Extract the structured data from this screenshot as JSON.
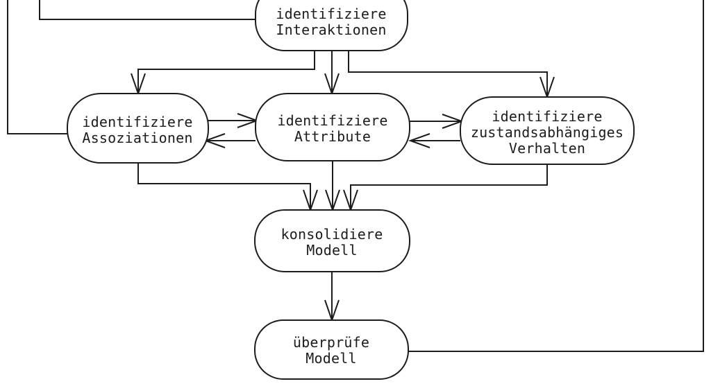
{
  "diagram": {
    "type": "process-flow-diagram",
    "language": "de",
    "colors": {
      "line": "#1c1c1c",
      "background": "#ffffff"
    },
    "nodes": {
      "interaktionen": {
        "lines": [
          "identifiziere",
          "Interaktionen"
        ]
      },
      "assoziationen": {
        "lines": [
          "identifiziere",
          "Assoziationen"
        ]
      },
      "attribute": {
        "lines": [
          "identifiziere",
          "Attribute"
        ]
      },
      "verhalten": {
        "lines": [
          "identifiziere",
          "zustandsabhängiges",
          "Verhalten"
        ]
      },
      "konsolidiere": {
        "lines": [
          "konsolidiere",
          "Modell"
        ]
      },
      "ueberpruefe": {
        "lines": [
          "überprüfe",
          "Modell"
        ]
      }
    },
    "edges": [
      {
        "from": "offscreen-top-left-outer",
        "to": "identifiziere Assoziationen",
        "arrowhead": false
      },
      {
        "from": "offscreen-top-left-inner",
        "to": "identifiziere Interaktionen",
        "arrowhead": false
      },
      {
        "from": "identifiziere Interaktionen",
        "to": "identifiziere Assoziationen",
        "arrowhead": true
      },
      {
        "from": "identifiziere Interaktionen",
        "to": "identifiziere Attribute",
        "arrowhead": true
      },
      {
        "from": "identifiziere Interaktionen",
        "to": "identifiziere zustandsabhängiges Verhalten",
        "arrowhead": true
      },
      {
        "from": "identifiziere Assoziationen",
        "to": "identifiziere Attribute",
        "arrowhead": true
      },
      {
        "from": "identifiziere Attribute",
        "to": "identifiziere Assoziationen",
        "arrowhead": true
      },
      {
        "from": "identifiziere Attribute",
        "to": "identifiziere zustandsabhängiges Verhalten",
        "arrowhead": true
      },
      {
        "from": "identifiziere zustandsabhängiges Verhalten",
        "to": "identifiziere Attribute",
        "arrowhead": true
      },
      {
        "from": "identifiziere Assoziationen",
        "to": "konsolidiere Modell",
        "arrowhead": true
      },
      {
        "from": "identifiziere Attribute",
        "to": "konsolidiere Modell",
        "arrowhead": true
      },
      {
        "from": "identifiziere zustandsabhängiges Verhalten",
        "to": "konsolidiere Modell",
        "arrowhead": true
      },
      {
        "from": "konsolidiere Modell",
        "to": "überprüfe Modell",
        "arrowhead": true
      },
      {
        "from": "überprüfe Modell",
        "to": "offscreen-top-right",
        "arrowhead": false
      }
    ]
  }
}
